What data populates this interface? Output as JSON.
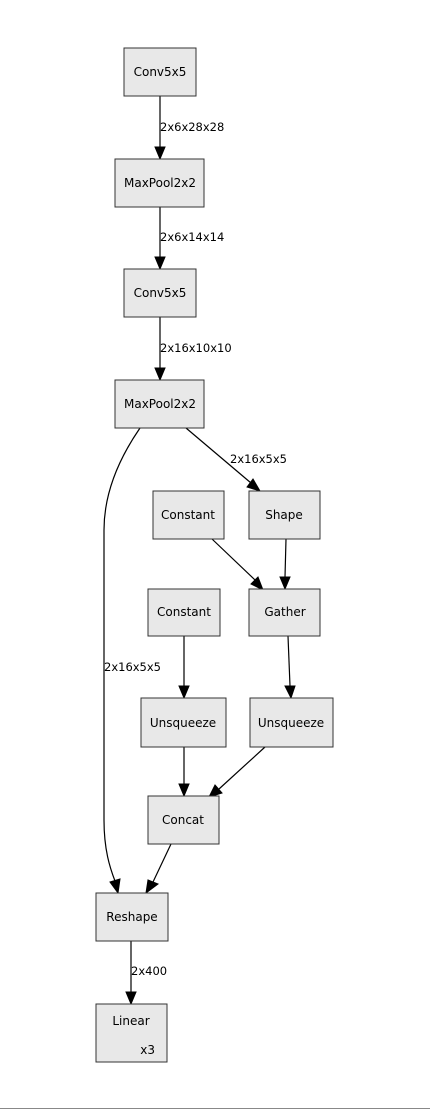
{
  "nodes": {
    "conv1": {
      "label": "Conv5x5"
    },
    "pool1": {
      "label": "MaxPool2x2"
    },
    "conv2": {
      "label": "Conv5x5"
    },
    "pool2": {
      "label": "MaxPool2x2"
    },
    "constant1": {
      "label": "Constant"
    },
    "shape": {
      "label": "Shape"
    },
    "constant2": {
      "label": "Constant"
    },
    "gather": {
      "label": "Gather"
    },
    "unsqueeze1": {
      "label": "Unsqueeze"
    },
    "unsqueeze2": {
      "label": "Unsqueeze"
    },
    "concat": {
      "label": "Concat"
    },
    "reshape": {
      "label": "Reshape"
    },
    "linear": {
      "label": "Linear",
      "badge": "x3"
    }
  },
  "edges": {
    "conv1_pool1": "2x6x28x28",
    "pool1_conv2": "2x6x14x14",
    "conv2_pool2": "2x16x10x10",
    "pool2_shape": "2x16x5x5",
    "pool2_reshape": "2x16x5x5",
    "reshape_linear": "2x400"
  }
}
